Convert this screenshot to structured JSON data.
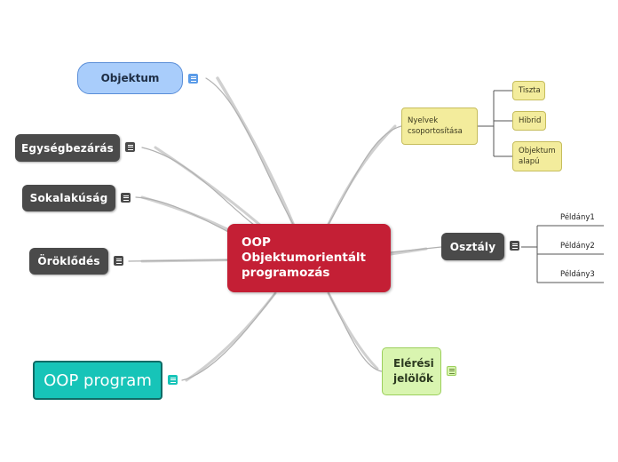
{
  "central": {
    "lines": [
      "OOP",
      "Objektumorientált",
      "programozás"
    ]
  },
  "nodes": {
    "objektum": "Objektum",
    "egysegbezaras": "Egységbezárás",
    "sokalakusag": "Sokalakúság",
    "oroklodes": "Öröklődés",
    "oop_program": "OOP program",
    "nyelvek": [
      "Nyelvek",
      "csoportosítása"
    ],
    "tiszta": "Tiszta",
    "hibrid": "Hibrid",
    "objektum_alapu": [
      "Objektum",
      "alapú"
    ],
    "osztaly": "Osztály",
    "peldany1": "Példány1",
    "peldany2": "Példány2",
    "peldany3": "Példány3",
    "elerési": [
      "Elérési",
      "jelölők"
    ]
  },
  "icons": {
    "note": "note-icon"
  },
  "colors": {
    "central": "#c41f35",
    "dark_topic": "#4a4a4a",
    "objektum_fill": "#a9cdfb",
    "oop_program_fill": "#17c4b8",
    "yellow_fill": "#f3ec9c",
    "green_fill": "#d9f5b0",
    "connector": "#aaaaaa"
  }
}
